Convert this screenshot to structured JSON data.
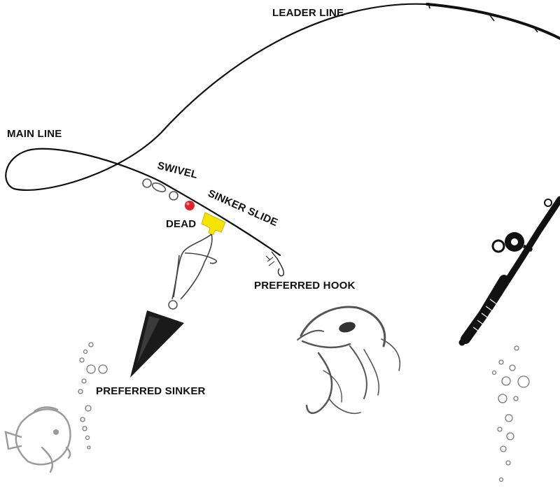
{
  "labels": {
    "leader_line": "LEADER LINE",
    "main_line": "MAIN LINE",
    "swivel": "SWIVEL",
    "sinker_slide": "SINKER SLIDE",
    "dead": "DEAD",
    "preferred_hook": "PREFERRED HOOK",
    "preferred_sinker": "PREFERRED SINKER"
  },
  "colors": {
    "line": "#111111",
    "bead": "#e0262a",
    "sinker_slide": "#f4e400",
    "sinker": "#1a1a1a",
    "bubbles": "#7a7a7a",
    "sketch": "#9a9a9a"
  },
  "icons": {
    "rod": "fishing-rod-icon",
    "reel": "reel-icon",
    "bass": "bass-fish-icon",
    "small_fish": "small-fish-icon"
  }
}
